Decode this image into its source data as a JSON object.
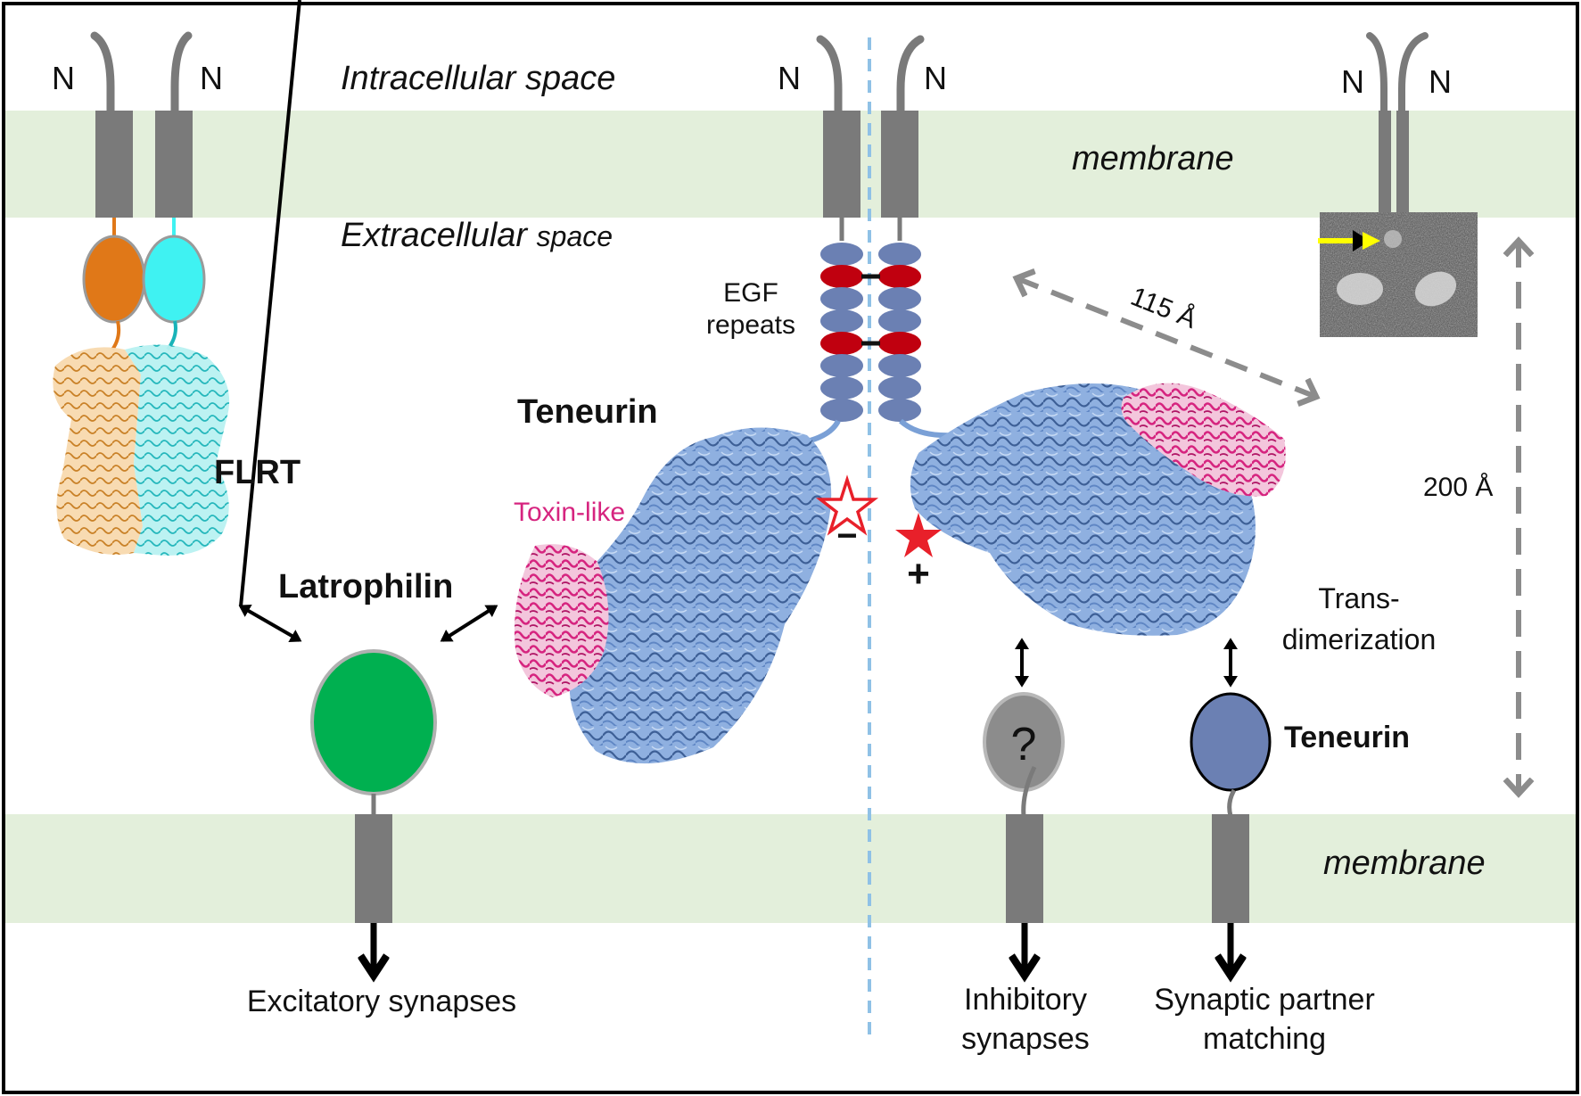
{
  "labels": {
    "n": "N",
    "intracellular": "Intracellular space",
    "extracellular_1": "Extracellular",
    "extracellular_2": "space",
    "membrane": "membrane",
    "egf_1": "EGF",
    "egf_2": "repeats",
    "distance_115": "115 Å",
    "distance_200": "200 Å",
    "teneurin": "Teneurin",
    "toxin_like": "Toxin-like",
    "flrt": "FLRT",
    "latrophilin": "Latrophilin",
    "minus": "−",
    "plus": "+",
    "trans_1": "Trans-",
    "trans_2": "dimerization",
    "question": "?",
    "excitatory": "Excitatory synapses",
    "inhibitory_1": "Inhibitory",
    "inhibitory_2": "synapses",
    "partner_1": "Synaptic partner",
    "partner_2": "matching"
  },
  "colors": {
    "membrane": "#e3efdb",
    "tm_gray": "#7a7a7a",
    "egf_blue": "#6b80b3",
    "egf_red": "#c0000f",
    "protein_blue": "#7aa0d6",
    "toxin_pink": "#d6247f",
    "flrt_orange": "#e07818",
    "flrt_cyan": "#3ff2f2",
    "latrophilin_green": "#00b050",
    "unknown_gray": "#8c8c8c",
    "teneurin_ball": "#6b80b3",
    "star_red": "#e8202a",
    "dash_blue": "#8fc1e6",
    "arrow_yellow": "#ffff00"
  },
  "icons": [
    "open-star-icon",
    "filled-star-icon",
    "yellow-arrow-icon",
    "question-mark-icon"
  ]
}
